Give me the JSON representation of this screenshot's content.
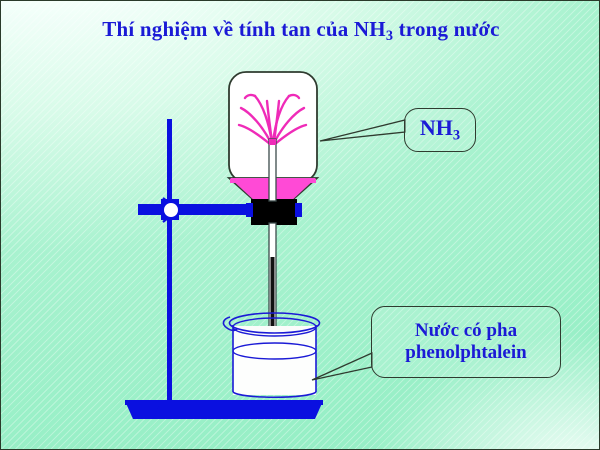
{
  "slide": {
    "title_prefix": "Thí nghiệm về tính tan của NH",
    "title_sub": "3",
    "title_suffix": " trong nước",
    "title_full": "Thí nghiệm về tính tan của NH3 trong nước",
    "background_color_top": "#ffffff",
    "background_color_main": "#97efc6",
    "title_color": "#1b1ad6"
  },
  "callouts": {
    "gas_label": {
      "text_prefix": "NH",
      "text_sub": "3",
      "full_text": "NH3",
      "text_color": "#1b1ad6",
      "border_color": "#2f3b2f"
    },
    "solution_label": {
      "line1": "Nước có pha",
      "line2": "phenolphtalein",
      "full_text": "Nước có pha phenolphtalein",
      "text_color": "#1b1ad6",
      "border_color": "#2f3b2f"
    }
  },
  "apparatus": {
    "flask": {
      "name": "round-bottom-flask",
      "body_fill": "#ffffff",
      "outline_color": "#2f3b2f",
      "liquid_fill": "#ff4ad6",
      "liquid_label": "dung dịch hồng"
    },
    "fountain": {
      "name": "water-fountain-jet",
      "stream_color": "#ef2bb8",
      "stream_count": 8
    },
    "stopper": {
      "name": "rubber-stopper",
      "fill": "#000000"
    },
    "glass_tube": {
      "name": "glass-delivery-tube",
      "outline_color": "#3b4a4a",
      "fill": "#ffffff"
    },
    "stand": {
      "name": "retort-stand",
      "color": "#0a10e0",
      "base_color": "#0a10e0"
    },
    "clamp": {
      "name": "stand-clamp",
      "color": "#0a10e0",
      "knob_color": "#ffffff"
    },
    "beaker": {
      "name": "glass-beaker",
      "outline_color": "#1b1ad6",
      "liquid_fill": "#fbfcfb",
      "liquid_label": "nước pha phenolphtalein"
    }
  }
}
